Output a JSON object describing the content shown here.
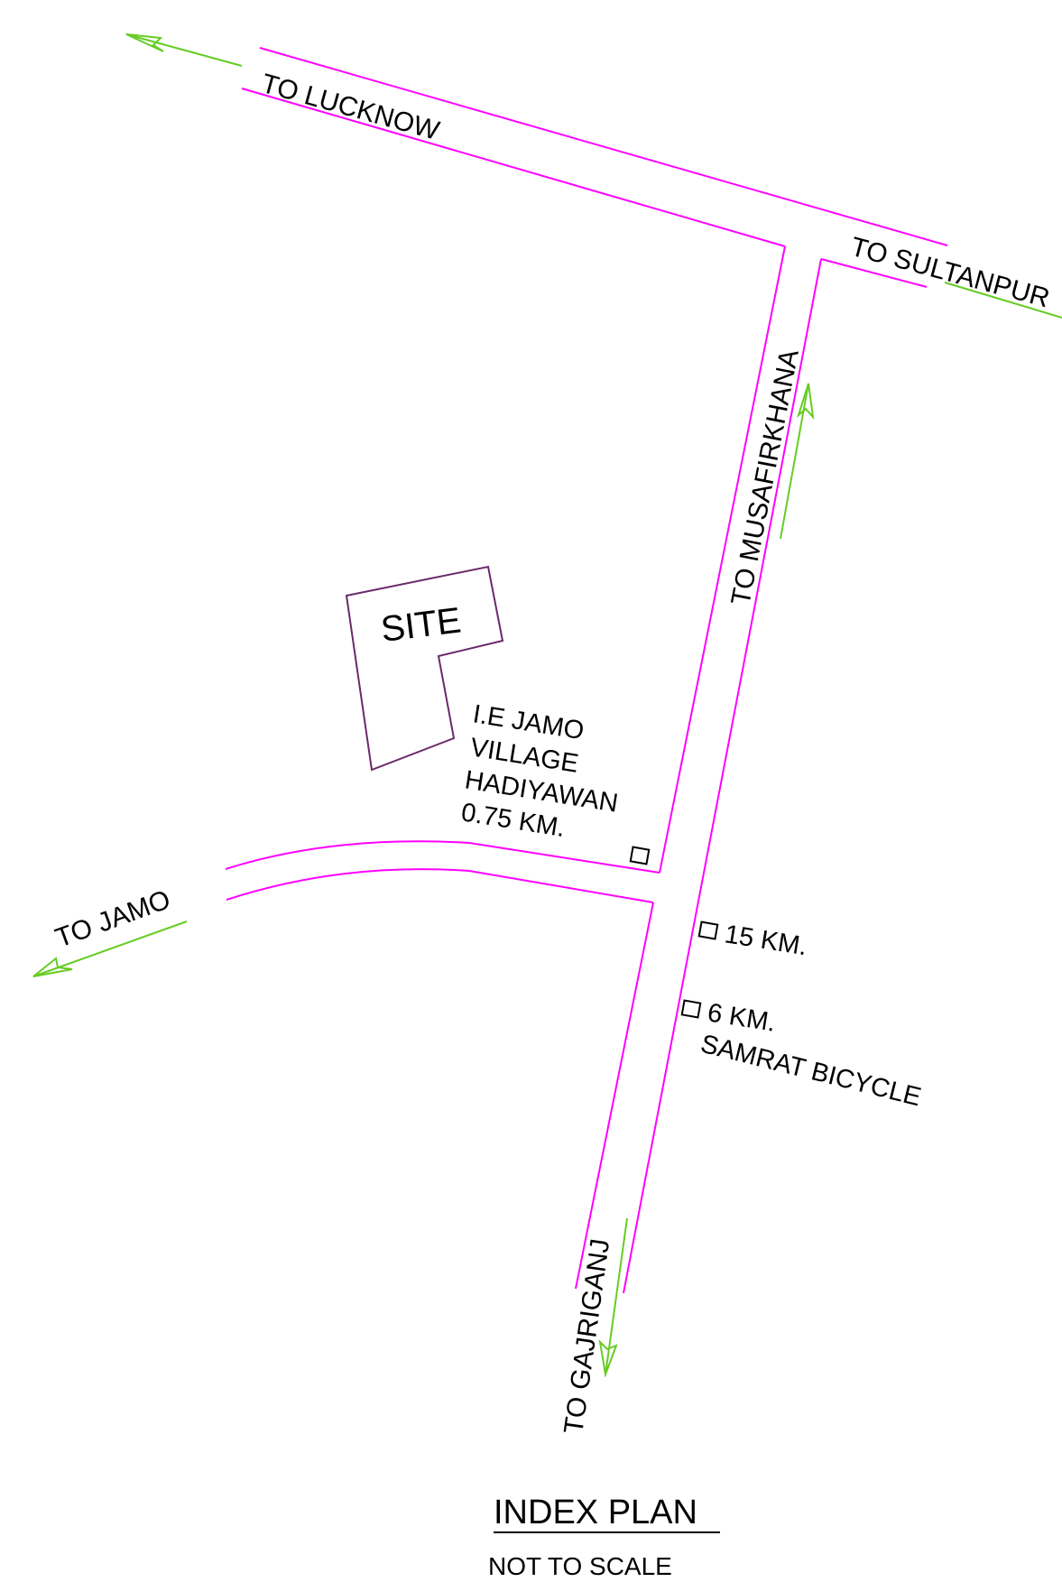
{
  "map": {
    "colors": {
      "road": "#ff00ff",
      "direction_arrow": "#66cc22",
      "site_outline": "#6a2a6a",
      "text": "#000000",
      "background": "#ffffff"
    },
    "labels": {
      "to_lucknow": "TO LUCKNOW",
      "to_sultanpur": "TO SULTANPUR",
      "to_musafirkhana": "TO MUSAFIRKHANA",
      "to_jamo": "TO JAMO",
      "to_gajriganj": "TO GAJRIGANJ",
      "site": "SITE",
      "landmark_line1": "I.E JAMO",
      "landmark_line2": "VILLAGE",
      "landmark_line3": "HADIYAWAN",
      "landmark_distance": "0.75 KM.",
      "marker_15km": "15 KM.",
      "marker_6km": "6 KM.",
      "samrat_bicycle": "SAMRAT BICYCLE"
    },
    "title": "INDEX PLAN",
    "subtitle": "NOT TO SCALE"
  }
}
